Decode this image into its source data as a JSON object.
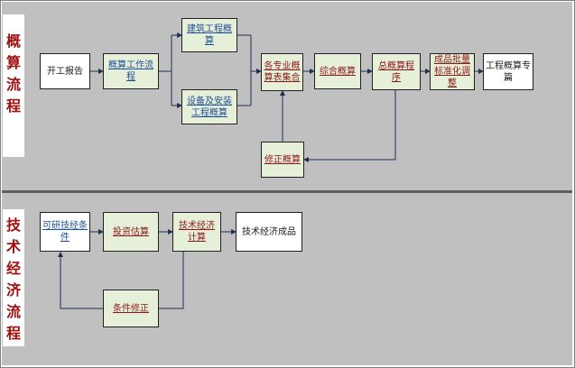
{
  "sections": {
    "top_label": [
      "概",
      "算",
      "流",
      "程"
    ],
    "bottom_label": [
      "技",
      "术",
      "经",
      "济",
      "流",
      "程"
    ]
  },
  "nodes": {
    "kaigong": "开工报告",
    "gaisuan_liucheng": "概算工作流程",
    "jianzhu": "建筑工程概算",
    "shebei": "设备及安装工程概算",
    "gezhuanye": "各专业概算表集合",
    "zonghe": "综合概算",
    "zong_chengxu": "总概算程序",
    "chengpin": "成品批量标准化调整",
    "zhuanpian": "工程概算专篇",
    "xiuzheng_gaisuan": "修正概算",
    "keyan": "可研技经条件",
    "touzi": "投资估算",
    "jishu_sheji": "技术经济计算",
    "chengpin_jishu": "技术经济成品",
    "tiaojian_xiuzheng": "条件修正"
  },
  "colors": {
    "panel": "#c0c0c0",
    "node_green": "#e6efd8",
    "text_red": "#8b1a1a",
    "text_blue": "#1f4e99"
  }
}
